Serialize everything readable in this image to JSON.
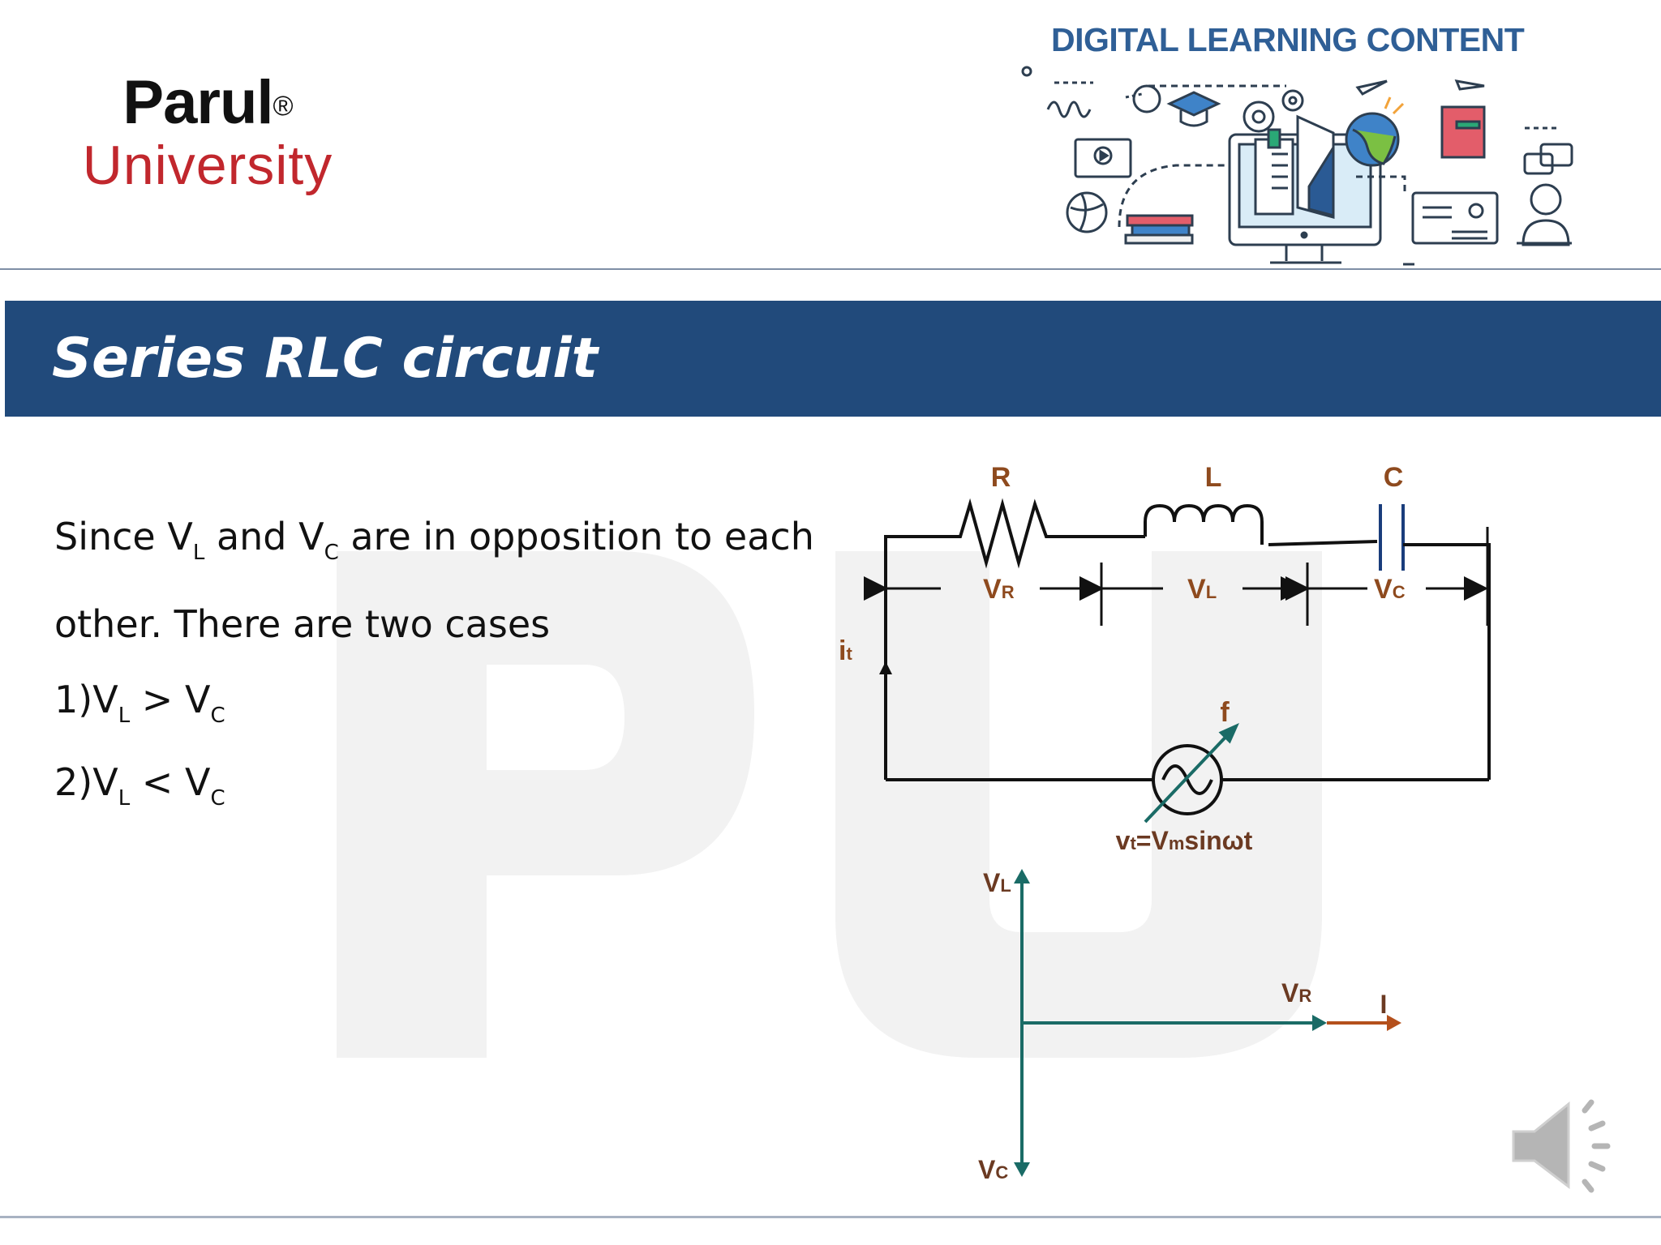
{
  "header": {
    "logo_line1": "Parul",
    "logo_reg": "®",
    "logo_line2": "University",
    "banner_title": "DIGITAL LEARNING CONTENT"
  },
  "slide": {
    "title": "Series RLC circuit",
    "watermark": "PU"
  },
  "body": {
    "line1_pre": "Since V",
    "line1_sub_l": "L",
    "line1_mid": " and V",
    "line1_sub_c": "C",
    "line1_post": " are in opposition to each",
    "line2": "other. There are two cases",
    "case1_pre": "1)V",
    "case1_sub_l": "L",
    "case1_op": " > V",
    "case1_sub_c": "C",
    "case2_pre": "2)V",
    "case2_sub_l": "L",
    "case2_op": " < V",
    "case2_sub_c": "C"
  },
  "circuit": {
    "label_r": "R",
    "label_l": "L",
    "label_c": "C",
    "label_vr": "V",
    "label_vr_sub": "R",
    "label_vl": "V",
    "label_vl_sub": "L",
    "label_vc": "V",
    "label_vc_sub": "C",
    "label_it": "i",
    "label_it_sub": "t",
    "label_f": "f",
    "source_eq_pre": "v",
    "source_eq_sub1": "t",
    "source_eq_mid": "=V",
    "source_eq_sub2": "m",
    "source_eq_post": "sinωt"
  },
  "phasor": {
    "label_vl": "V",
    "label_vl_sub": "L",
    "label_vc": "V",
    "label_vc_sub": "C",
    "label_vr": "V",
    "label_vr_sub": "R",
    "label_i": "I"
  },
  "colors": {
    "title_bar": "#214a7b",
    "logo_red": "#c1272d",
    "banner_blue": "#2f5f96",
    "label_brown": "#8e4a1e",
    "phasor_teal": "#1a6b66",
    "current_orange": "#b4501c"
  },
  "icons": [
    "speaker-icon",
    "digital-learning-illustration"
  ]
}
